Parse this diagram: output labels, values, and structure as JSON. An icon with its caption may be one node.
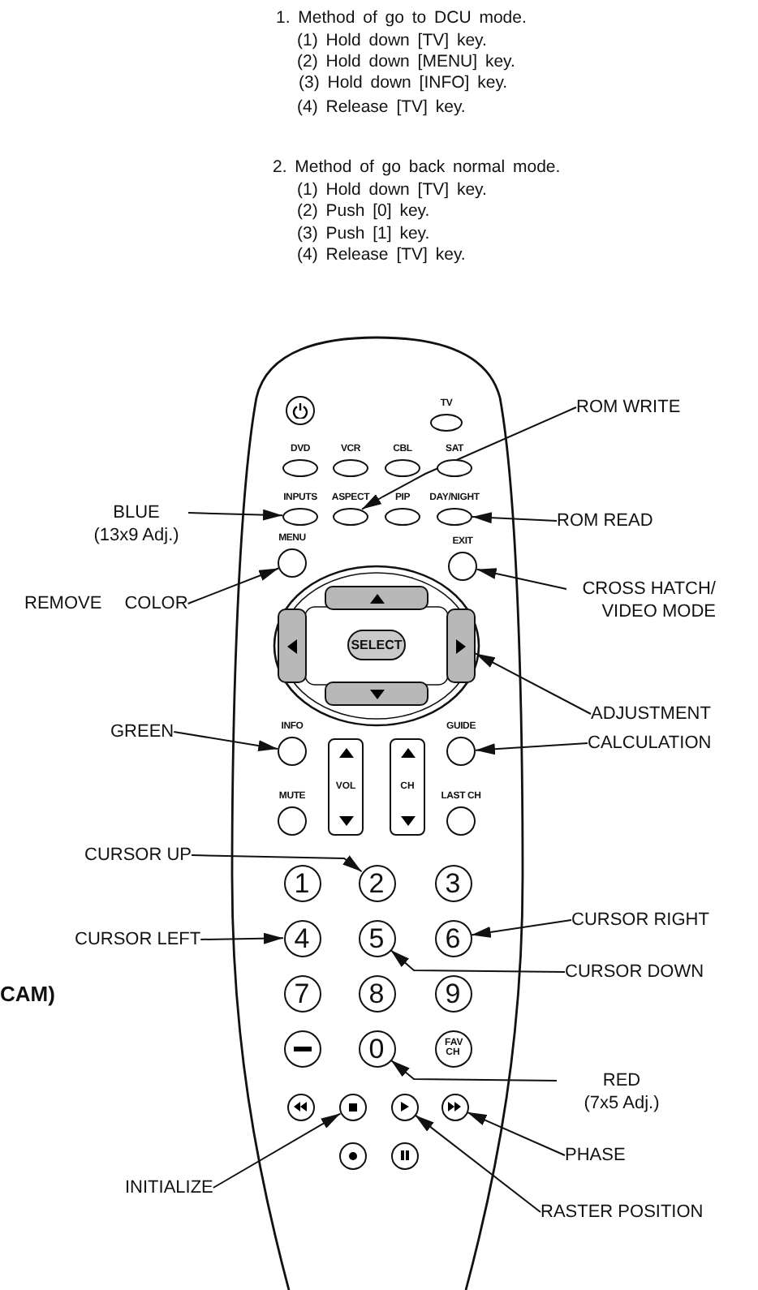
{
  "diagram": {
    "nodes": [
      {
        "text": [],
        "shape": "circle"
      },
      {
        "text": [
          "TV"
        ]
      },
      {
        "text": [
          "DVD"
        ]
      },
      {
        "text": [
          "VCR"
        ]
      },
      {
        "text": [
          "CBL"
        ]
      },
      {
        "text": [
          "SAT"
        ]
      },
      {
        "text": [
          "INPUTS"
        ]
      },
      {
        "text": [
          "ASPECT"
        ]
      },
      {
        "text": [
          "PIP"
        ]
      },
      {
        "text": [
          "DAY/NIGHT"
        ]
      },
      {
        "text": [
          "MENU"
        ]
      },
      {
        "text": [
          "EXIT"
        ]
      },
      {
        "text": [],
        "shape": "box"
      },
      {
        "text": [],
        "shape": "box"
      },
      {
        "text": [
          "SELECT"
        ]
      },
      {
        "text": [],
        "shape": "box"
      },
      {
        "text": [],
        "shape": "box"
      },
      {
        "text": [
          "INFO"
        ]
      },
      {
        "text": [
          "VOL"
        ]
      },
      {
        "text": [
          "CH"
        ]
      },
      {
        "text": [
          "GUIDE"
        ]
      },
      {
        "text": [
          "MUTE"
        ]
      },
      {
        "text": [
          "LAST CH"
        ]
      },
      {
        "text": [
          "1"
        ]
      },
      {
        "text": [
          "2"
        ]
      },
      {
        "text": [
          "3"
        ]
      },
      {
        "text": [
          "4"
        ]
      },
      {
        "text": [
          "5"
        ]
      },
      {
        "text": [
          "6"
        ]
      },
      {
        "text": [
          "7"
        ]
      },
      {
        "text": [
          "8"
        ]
      },
      {
        "text": [
          "9"
        ]
      },
      {
        "text": [],
        "shape": "circle"
      },
      {
        "text": [
          "0"
        ]
      },
      {
        "text": [
          "FAV CH"
        ]
      },
      {
        "text": [],
        "shape": "circle"
      },
      {
        "text": [],
        "shape": "circle"
      },
      {
        "text": [],
        "shape": "circle"
      },
      {
        "text": [],
        "shape": "circle"
      },
      {
        "text": [],
        "shape": "circle"
      },
      {
        "text": [],
        "shape": "circle"
      },
      {
        "text": [
          "ROM WRITE"
        ]
      },
      {
        "text": [
          "BLUE",
          "(13x9 Adj.)"
        ]
      },
      {
        "text": [
          "ROM READ"
        ]
      },
      {
        "text": [
          "REMOVE",
          "COLOR"
        ]
      },
      {
        "text": [
          "CROSS HATCH/ VIDEO MODE"
        ]
      },
      {
        "text": [
          "ADJUSTMENT"
        ]
      },
      {
        "text": [
          "GREEN"
        ]
      },
      {
        "text": [
          "CALCULATION"
        ]
      },
      {
        "text": [
          "CURSOR UP"
        ]
      },
      {
        "text": [
          "CURSOR RIGHT"
        ]
      },
      {
        "text": [
          "CURSOR LEFT"
        ]
      },
      {
        "text": [
          "CURSOR DOWN"
        ]
      },
      {
        "text": [
          "RED",
          "(7x5 Adj.)"
        ]
      },
      {
        "text": [
          "PHASE"
        ]
      },
      {
        "text": [
          "INITIALIZE"
        ]
      },
      {
        "text": [
          "RASTER POSITION"
        ]
      }
    ],
    "edges": [
      {
        "from": 41,
        "to": 7,
        "arrow": "to"
      },
      {
        "from": 42,
        "to": 6,
        "arrow": "to"
      },
      {
        "from": 43,
        "to": 9,
        "arrow": "to"
      },
      {
        "from": 44,
        "to": 10,
        "arrow": "to"
      },
      {
        "from": 45,
        "to": 11,
        "arrow": "to"
      },
      {
        "from": 46,
        "to": 15,
        "arrow": "to"
      },
      {
        "from": 47,
        "to": 17,
        "arrow": "to"
      },
      {
        "from": 48,
        "to": 20,
        "arrow": "to"
      },
      {
        "from": 49,
        "to": 24,
        "arrow": "to"
      },
      {
        "from": 51,
        "to": 26,
        "arrow": "to"
      },
      {
        "from": 50,
        "to": 28,
        "arrow": "to"
      },
      {
        "from": 52,
        "to": 27,
        "arrow": "to"
      },
      {
        "from": 53,
        "to": 33,
        "arrow": "to"
      },
      {
        "from": 54,
        "to": 38,
        "arrow": "to"
      },
      {
        "from": 55,
        "to": 36,
        "arrow": "to"
      },
      {
        "from": 56,
        "to": 37,
        "arrow": "to"
      }
    ],
    "labels": [
      "1. Method of go to DCU mode.",
      "(1) Hold down [TV] key.",
      "(2) Hold down [MENU] key.",
      "(3) Hold down [INFO] key.",
      "(4) Release [TV] key.",
      "2. Method of go back normal mode.",
      "(1) Hold down [TV] key.",
      "(2) Push [0] key.",
      "(3) Push [1] key.",
      "(4) Release [TV] key.",
      "CAM)"
    ]
  }
}
